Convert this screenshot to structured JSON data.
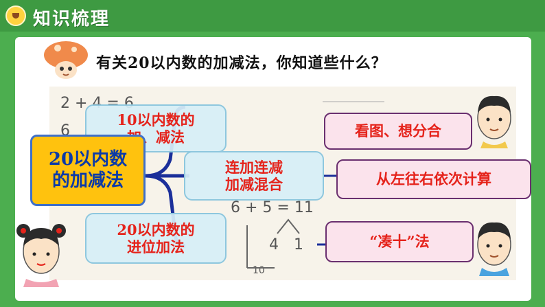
{
  "header": {
    "title": "知识梳理"
  },
  "question": "有关20以内数的加减法，你知道些什么？",
  "center_node": {
    "line1": "20以内数",
    "line2": "的加减法"
  },
  "branches": {
    "top": {
      "line1": "10以内数的",
      "line2": "加、减法"
    },
    "middle": {
      "line1": "连加连减",
      "line2": "加减混合"
    },
    "bottom": {
      "line1": "20以内数的",
      "line2": "进位加法"
    }
  },
  "methods": {
    "method1": "看图、想分合",
    "method2": "从左往右依次计算",
    "method3": "“凑十”法"
  },
  "background": {
    "eq1": "2 + 4 = 6",
    "eq2": "6",
    "eq3": "6 + 5 = 11",
    "split_left": "4",
    "split_right": "1",
    "ten": "10"
  },
  "colors": {
    "header": "#3e9a42",
    "accent_red": "#e5231b",
    "center_fill": "#ffc20e",
    "center_text": "#0b3aa8"
  }
}
